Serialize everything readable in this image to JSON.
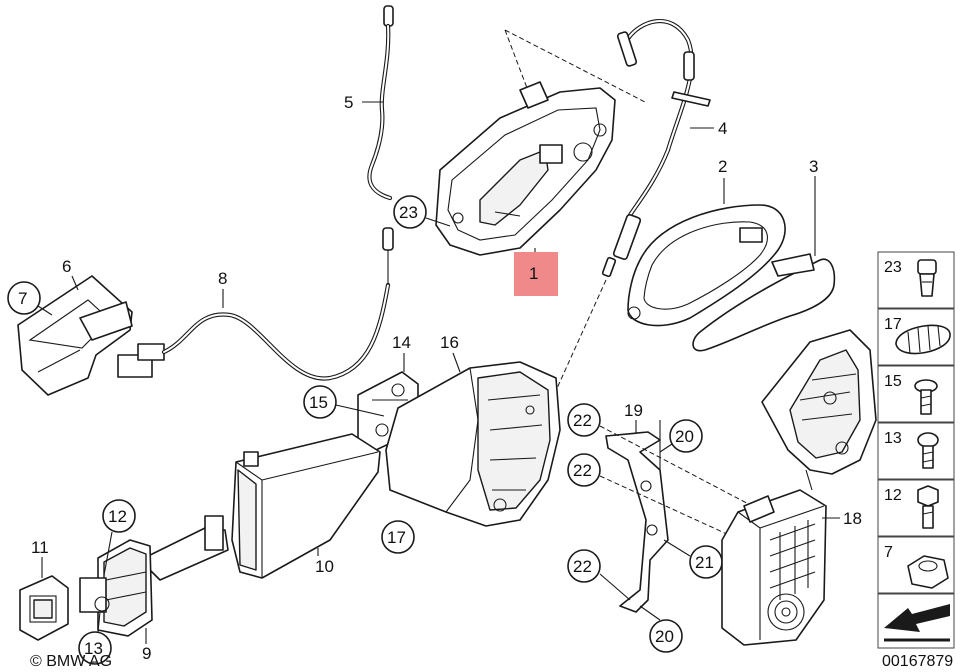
{
  "diagram": {
    "labels": {
      "p1": "1",
      "p2": "2",
      "p3": "3",
      "p4": "4",
      "p5": "5",
      "p6": "6",
      "p7": "7",
      "p8": "8",
      "p9": "9",
      "p10": "10",
      "p11": "11",
      "p12": "12",
      "p13": "13",
      "p14": "14",
      "p15": "15",
      "p16": "16",
      "p17": "17",
      "p18": "18",
      "p19": "19",
      "p20a": "20",
      "p20b": "20",
      "p21": "21",
      "p22a": "22",
      "p22b": "22",
      "p22c": "22",
      "p23": "23"
    },
    "legend": [
      "23",
      "17",
      "15",
      "13",
      "12",
      "7"
    ],
    "copyright": "© BMW AG",
    "drawing_number": "00167879",
    "highlight_color": "#f08a8a"
  }
}
